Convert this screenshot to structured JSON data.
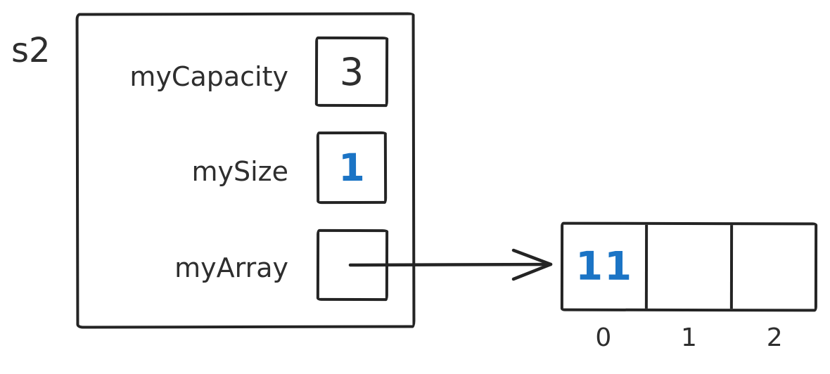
{
  "diagram": {
    "object_label": "s2",
    "fields": [
      {
        "name": "myCapacity",
        "value": "3"
      },
      {
        "name": "mySize",
        "value": "1"
      },
      {
        "name": "myArray",
        "value": ""
      }
    ],
    "array": {
      "cells": [
        "11",
        "",
        ""
      ],
      "indices": [
        "0",
        "1",
        "2"
      ]
    },
    "colors": {
      "stroke": "#242424",
      "label_text": "#2e2e2e",
      "highlight_blue": "#1b74c5"
    }
  }
}
